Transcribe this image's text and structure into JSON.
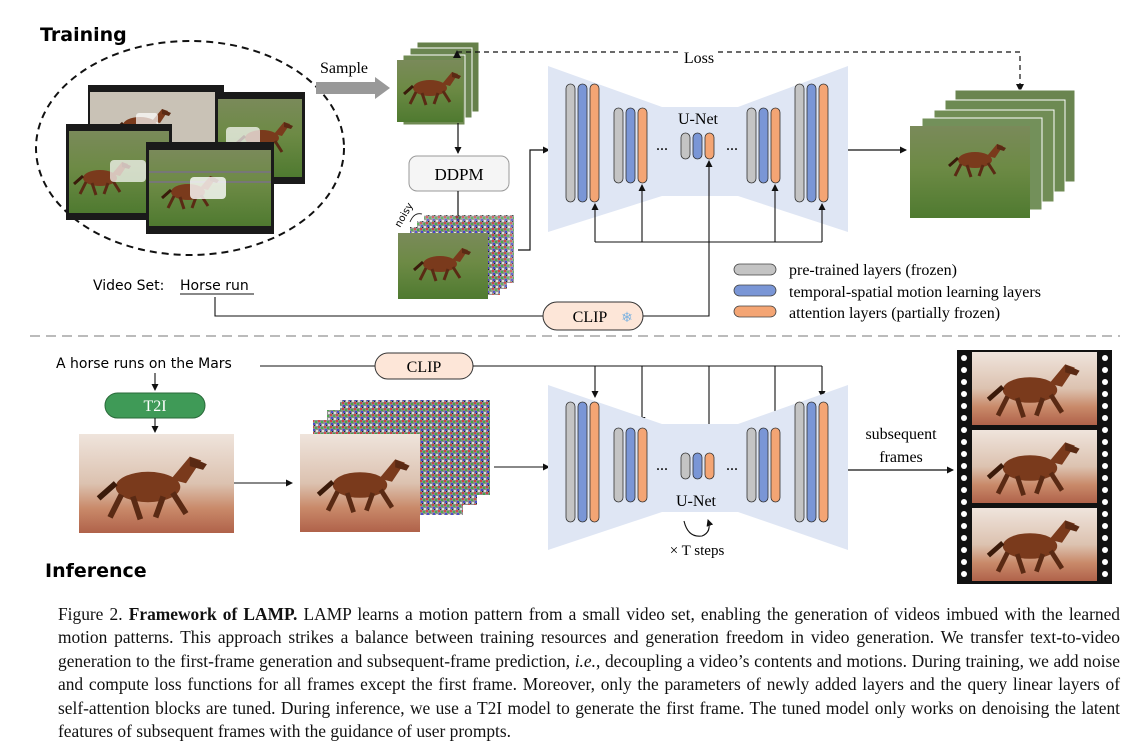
{
  "sections": {
    "training": "Training",
    "inference": "Inference"
  },
  "training": {
    "sample_label": "Sample",
    "ddpm_label": "DDPM",
    "noisy_label": "noisy",
    "loss_label": "Loss",
    "unet_label": "U-Net",
    "clip_label": "CLIP",
    "video_set_prefix": "Video Set:",
    "video_set_name": "Horse run",
    "ellipsis": "..."
  },
  "legend": {
    "items": [
      {
        "label": "pre-trained layers (frozen)",
        "color": "#c4c4c4"
      },
      {
        "label": "temporal-spatial motion learning layers",
        "color": "#7a96d6"
      },
      {
        "label": "attention layers (partially frozen)",
        "color": "#f4a574"
      }
    ]
  },
  "inference": {
    "prompt": "A horse runs on the Mars",
    "t2i_label": "T2I",
    "clip_label": "CLIP",
    "unet_label": "U-Net",
    "steps_label": "× T steps",
    "subsequent_label_1": "subsequent",
    "subsequent_label_2": "frames",
    "ellipsis": "..."
  },
  "caption": {
    "figure_label": "Figure 2.",
    "bold_title": "Framework of LAMP.",
    "text_1": "LAMP learns a motion pattern from a small video set, enabling the generation of videos imbued with the learned motion patterns. This approach strikes a balance between training resources and generation freedom in video generation. We transfer text-to-video generation to the first-frame generation and subsequent-frame prediction,",
    "ie": "i.e.",
    "text_2": ", decoupling a video’s contents and motions. During training, we add noise and compute loss functions for all frames except the first frame. Moreover, only the parameters of newly added layers and the query linear layers of self-attention blocks are tuned. During inference, we use a T2I model to generate the first frame. The tuned model only works on denoising the latent features of subsequent frames with the guidance of user prompts."
  },
  "colors": {
    "frozen": "#c4c4c4",
    "motion": "#7a96d6",
    "attention": "#f4a574",
    "unet_bg": "#dfe6f4",
    "clip_bg": "#fde6d8",
    "t2i_bg": "#3f9a57"
  }
}
